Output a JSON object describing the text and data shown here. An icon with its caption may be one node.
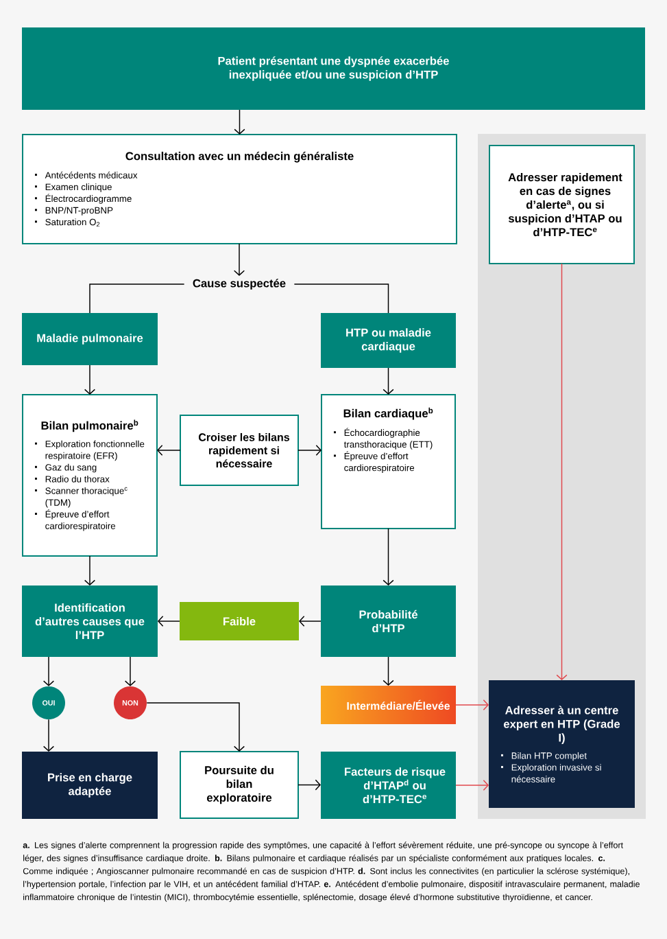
{
  "diagram": {
    "nodes": [
      {
        "text": [
          "Patient présentant une dyspnée exacerbée inexpliquée et/ou une suspicion d’HTP"
        ]
      },
      {
        "text": [
          "Consultation avec un médecin généraliste",
          "Antécédents médicaux",
          "Examen clinique",
          "Électrocardiogramme",
          "BNP/NT-proBNP",
          "Saturation O$_{2}$"
        ]
      },
      {
        "text": [
          "Cause suspectée"
        ]
      },
      {
        "text": [
          "Maladie pulmonaire"
        ]
      },
      {
        "text": [
          "HTP ou maladie cardiaque"
        ]
      },
      {
        "text": [
          "Bilan pulmonaire$^{b}$",
          "Exploration fonctionnelle respiratoire (EFR)",
          "Gaz du sang",
          "Radio du thorax",
          "Scanner thoracique$^{c}$ (TDM)",
          "Épreuve d’effort cardiorespiratoire"
        ]
      },
      {
        "text": [
          "Croiser les bilans rapidement si nécessaire"
        ]
      },
      {
        "text": [
          "Bilan cardiaque$^{b}$",
          "Échocardiographie transthoracique (ETT)",
          "Épreuve d’effort cardiorespiratoire"
        ]
      },
      {
        "text": [
          "Identification d’autres causes que l’HTP"
        ]
      },
      {
        "text": [
          "Faible"
        ]
      },
      {
        "text": [
          "Probabilité d’HTP"
        ]
      },
      {
        "text": [
          "OUI"
        ]
      },
      {
        "text": [
          "NON"
        ]
      },
      {
        "text": [
          "Intermédiare/Élevée"
        ]
      },
      {
        "text": [
          "Prise en charge adaptée"
        ]
      },
      {
        "text": [
          "Poursuite du bilan exploratoire"
        ]
      },
      {
        "text": [
          "Facteurs de risque d’HTAP$^{d}$ ou d’HTP-TEC$^{e}$"
        ]
      },
      {
        "text": [
          "Adresser rapidement en cas de signes d’alerte$^{a}$, ou si suspicion d’HTAP ou d’HTP-TEC$^{e}$"
        ]
      },
      {
        "text": [
          "Adresser à un centre expert en HTP (Grade I)",
          "Bilan HTP complet",
          "Exploration invasive si nécessaire"
        ]
      }
    ],
    "edges": [
      {
        "from": 0,
        "to": 1,
        "arrow": "to"
      },
      {
        "from": 1,
        "to": 2,
        "arrow": "to"
      },
      {
        "from": 2,
        "to": 3,
        "arrow": "none"
      },
      {
        "from": 2,
        "to": 4,
        "arrow": "none"
      },
      {
        "from": 3,
        "to": 5,
        "arrow": "to"
      },
      {
        "from": 4,
        "to": 7,
        "arrow": "to"
      },
      {
        "from": 6,
        "to": 5,
        "arrow": "to"
      },
      {
        "from": 6,
        "to": 7,
        "arrow": "to"
      },
      {
        "from": 5,
        "to": 8,
        "arrow": "to"
      },
      {
        "from": 7,
        "to": 10,
        "arrow": "to"
      },
      {
        "from": 10,
        "to": 9,
        "arrow": "to"
      },
      {
        "from": 9,
        "to": 8,
        "arrow": "to"
      },
      {
        "from": 8,
        "to": 11,
        "arrow": "to"
      },
      {
        "from": 8,
        "to": 12,
        "arrow": "to"
      },
      {
        "from": 11,
        "to": 14,
        "arrow": "to"
      },
      {
        "from": 12,
        "to": 15,
        "arrow": "to"
      },
      {
        "from": 10,
        "to": 13,
        "arrow": "to"
      },
      {
        "from": 15,
        "to": 16,
        "arrow": "to"
      },
      {
        "from": 13,
        "to": 18,
        "arrow": "to",
        "color": "#e0474c"
      },
      {
        "from": 16,
        "to": 18,
        "arrow": "to",
        "color": "#e0474c"
      },
      {
        "from": 17,
        "to": 18,
        "arrow": "to",
        "color": "#e0474c"
      }
    ],
    "labels": [
      "**a.** Les signes d’alerte comprennent la progression rapide des symptômes, une capacité à l’effort sévèrement réduite, une pré-syncope ou syncope à l’effort léger, des signes d’insuffisance cardiaque droite. **b.** Bilans pulmonaire et cardiaque réalisés par un spécialiste conformément aux pratiques locales. **c.** Comme indiquée ; Angioscanner pulmonaire recommandé en cas de suspicion d’HTP. **d.** Sont inclus les connectivites (en particulier la sclérose systémique), l’hypertension portale, l’infection par le VIH, et un antécédent familial d’HTAP. **e.** Antécédent d’embolie pulmonaire, dispositif intravasculaire permanent, maladie inflammatoire chronique de l’intestin (MICI), thrombocytémie essentielle, splénectomie, dosage élevé d’hormone substitutive thyroïdienne, et cancer."
    ]
  }
}
